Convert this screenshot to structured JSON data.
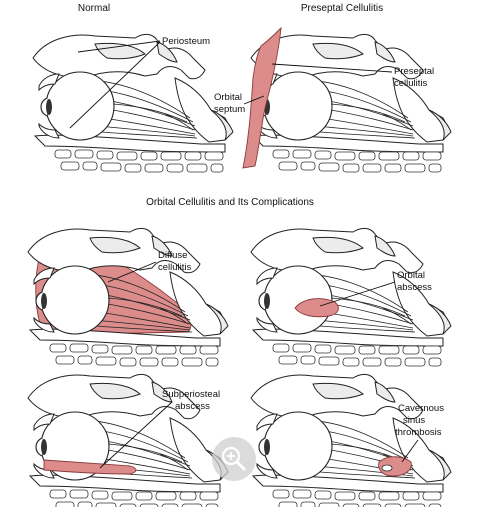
{
  "panels": [
    {
      "id": "normal",
      "title": "Normal",
      "labels": [
        "Periosteum"
      ]
    },
    {
      "id": "preseptal",
      "title": "Preseptal Cellulitis",
      "labels": [
        "Preseptal",
        "cellulitis",
        "Orbital",
        "septum"
      ]
    },
    {
      "id": "diffuse",
      "title": "",
      "labels": [
        "Diffuse",
        "cellulitis"
      ]
    },
    {
      "id": "abscess",
      "title": "",
      "labels": [
        "Orbital",
        "abscess"
      ]
    },
    {
      "id": "subperiosteal",
      "title": "",
      "labels": [
        "Subperiosteal",
        "abscess"
      ]
    },
    {
      "id": "cavernous",
      "title": "",
      "labels": [
        "Cavernous",
        "sinus",
        "thrombosis"
      ]
    }
  ],
  "section_title": "Orbital Cellulitis and Its Complications",
  "colors": {
    "inflammation": "#dd8c8c",
    "bone": "#ececec",
    "outline": "#222222"
  },
  "zoom_icon": "magnifier-plus-icon"
}
